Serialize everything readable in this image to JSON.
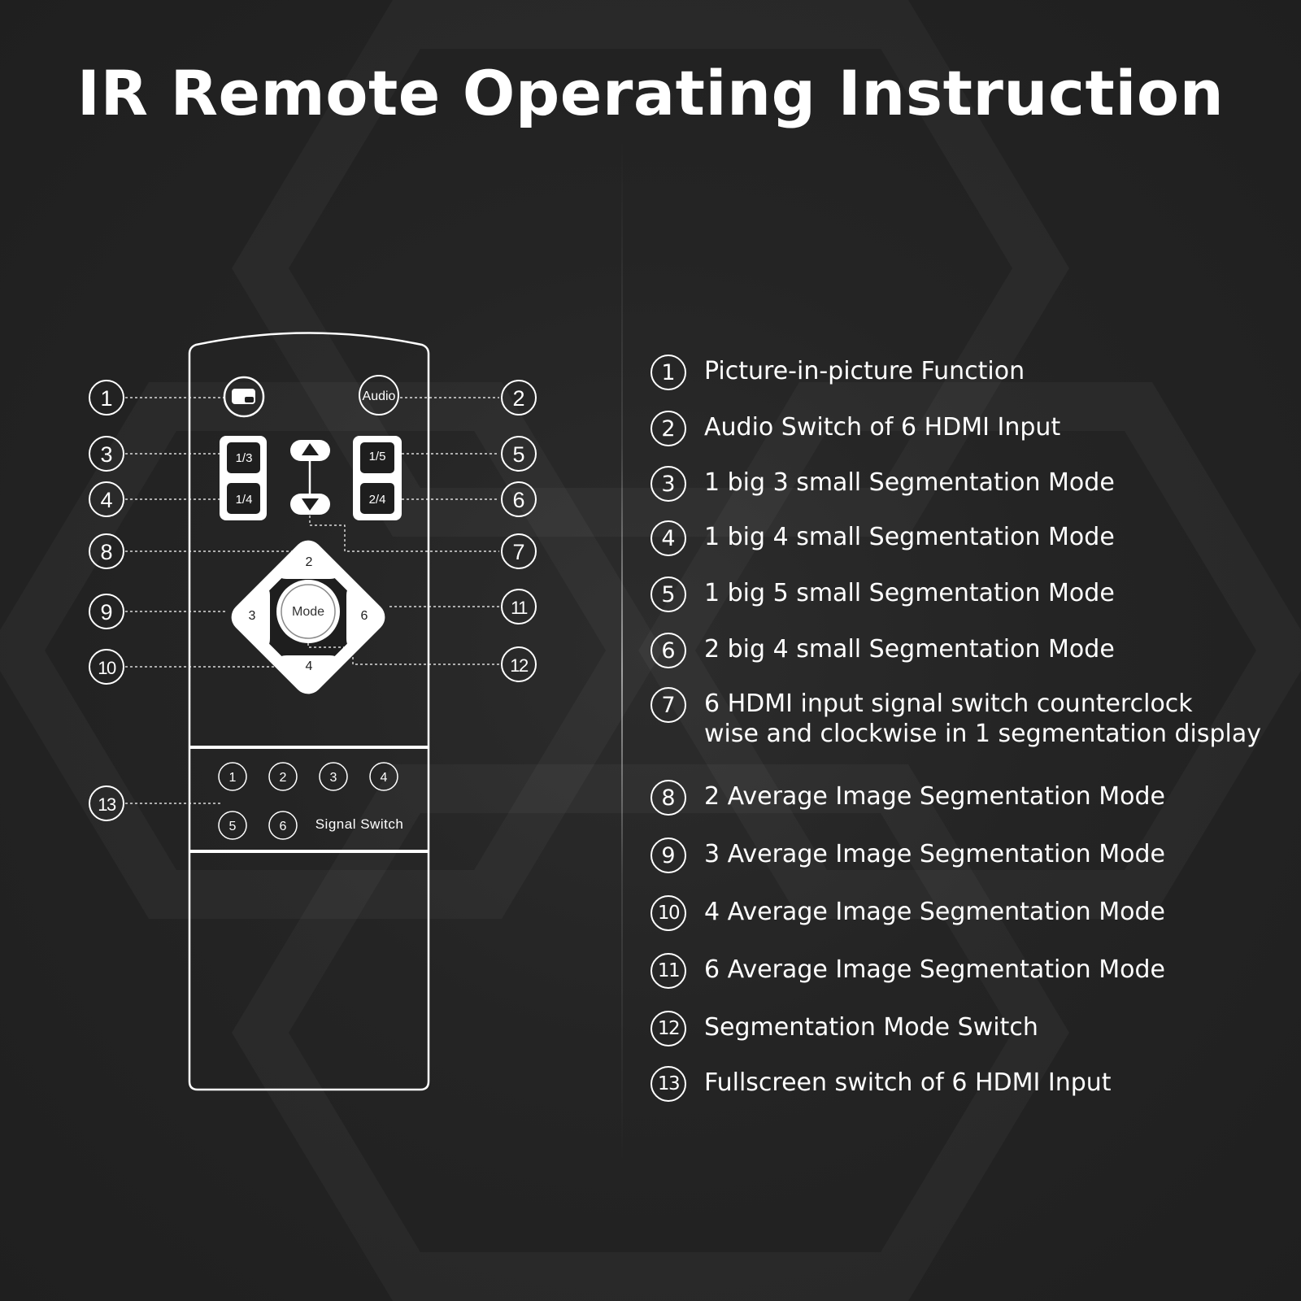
{
  "title": "IR Remote Operating Instruction",
  "remote": {
    "audio_label": "Audio",
    "mode_label": "Mode",
    "seg_1_3": "1/3",
    "seg_1_4": "1/4",
    "seg_1_5": "1/5",
    "seg_2_4": "2/4",
    "dpad_top": "2",
    "dpad_left": "3",
    "dpad_right": "6",
    "dpad_bottom": "4",
    "inputs": [
      "1",
      "2",
      "3",
      "4",
      "5",
      "6"
    ],
    "signal_switch_label": "Signal Switch"
  },
  "callouts": [
    "1",
    "2",
    "3",
    "4",
    "5",
    "6",
    "7",
    "8",
    "9",
    "10",
    "11",
    "12",
    "13"
  ],
  "legend": [
    {
      "num": "1",
      "text": "Picture-in-picture Function"
    },
    {
      "num": "2",
      "text": "Audio Switch of 6 HDMI Input"
    },
    {
      "num": "3",
      "text": "1 big 3 small Segmentation Mode"
    },
    {
      "num": "4",
      "text": "1 big 4 small Segmentation Mode"
    },
    {
      "num": "5",
      "text": "1 big 5 small Segmentation Mode"
    },
    {
      "num": "6",
      "text": "2 big 4 small Segmentation Mode"
    },
    {
      "num": "7",
      "text": "6 HDMI input signal switch counterclock\nwise and clockwise in 1 segmentation display"
    },
    {
      "num": "8",
      "text": "2 Average Image Segmentation Mode"
    },
    {
      "num": "9",
      "text": "3 Average Image Segmentation Mode"
    },
    {
      "num": "10",
      "text": "4 Average Image Segmentation Mode"
    },
    {
      "num": "11",
      "text": "6 Average Image Segmentation Mode"
    },
    {
      "num": "12",
      "text": "Segmentation Mode Switch"
    },
    {
      "num": "13",
      "text": "Fullscreen switch of 6 HDMI Input"
    }
  ],
  "colors": {
    "background": "#242424",
    "foreground": "#ffffff",
    "button_fill": "#ffffff",
    "button_dark": "#1e1e1e"
  }
}
